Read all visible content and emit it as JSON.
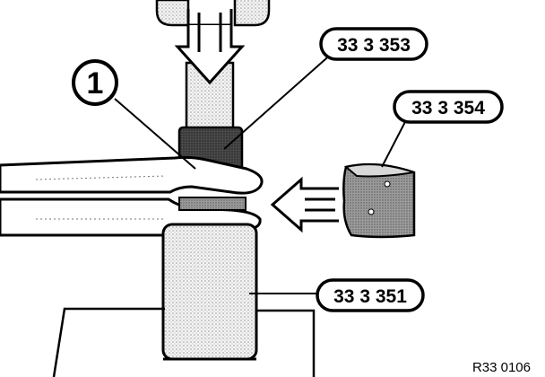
{
  "callouts": {
    "part_number": "1",
    "tool_353": "33 3 353",
    "tool_354": "33 3 354",
    "tool_351": "33 3 351"
  },
  "figure_code": "R33 0106"
}
